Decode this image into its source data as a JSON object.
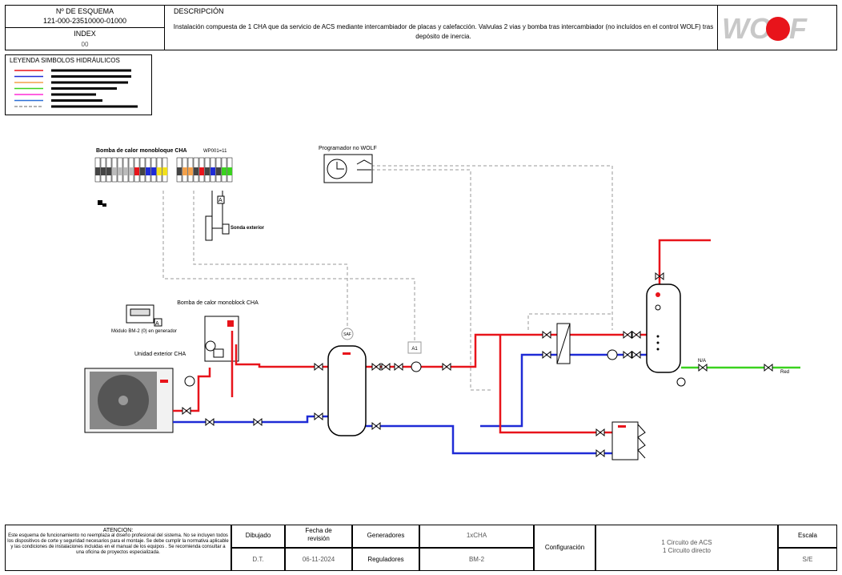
{
  "header": {
    "scheme_label": "Nº DE ESQUEMA",
    "scheme_number": "121-000-23510000-01000",
    "index_label": "INDEX",
    "index_value": "00",
    "description_label": "DESCRIPCIÓN",
    "description_text": "Instalación compuesta de 1 CHA que da servicio de ACS mediante intercambiador de placas y calefacción. Valvulas 2 vias y bomba tras intercambiador (no incluídos en el control WOLF) tras depósito de inercia.",
    "logo_text": "WOLF"
  },
  "legend": {
    "title": "LEYENDA SIMBOLOS HIDRÁULICOS",
    "line_colors": [
      "#e8141b",
      "#1f2bd6",
      "#f2a04a",
      "#3ad21e",
      "#ff2bd5",
      "#2b6fd6",
      "#999999"
    ]
  },
  "diagram_labels": {
    "hp_panel_title": "Bomba de calor monobloque CHA",
    "hp_panel_code": "WP001=11",
    "outdoor_sensor": "Sonda exterior",
    "programmer": "Programador no WOLF",
    "module": "Módulo BM-2 (0) en generador",
    "outdoor_unit": "Unidad exterior CHA",
    "hp_indoor": "Bomba de calor monoblock CHA",
    "saf": "SAF",
    "a1": "A1",
    "na": "N/A",
    "red": "Red",
    "a_badge": "A"
  },
  "footer": {
    "attention_title": "ATENCION:",
    "attention_text": "Este esquema de funcionamiento no reemplaza al diseño profesional del sistema. No se incluyen todos los dispositivos de corte y seguridad necesarios para el montaje. Se debe cumplir la normativa aplicable y las condiciones de instalaciones incluidas en el manual de los equipos . Se recomienda consultar a una oficina de proyectos especializada.",
    "drawn_label": "Dibujado",
    "drawn_value": "D.T.",
    "revision_label": "Fecha de revisión",
    "revision_value": "06-11-2024",
    "generators_label": "Generadores",
    "generators_value": "1xCHA",
    "regulators_label": "Reguladores",
    "regulators_value": "BM-2",
    "config_label": "Configuración",
    "config_value_1": "1 Circuito de ACS",
    "config_value_2": "1 Circuito directo",
    "scale_label": "Escala",
    "scale_value": "S/E"
  }
}
